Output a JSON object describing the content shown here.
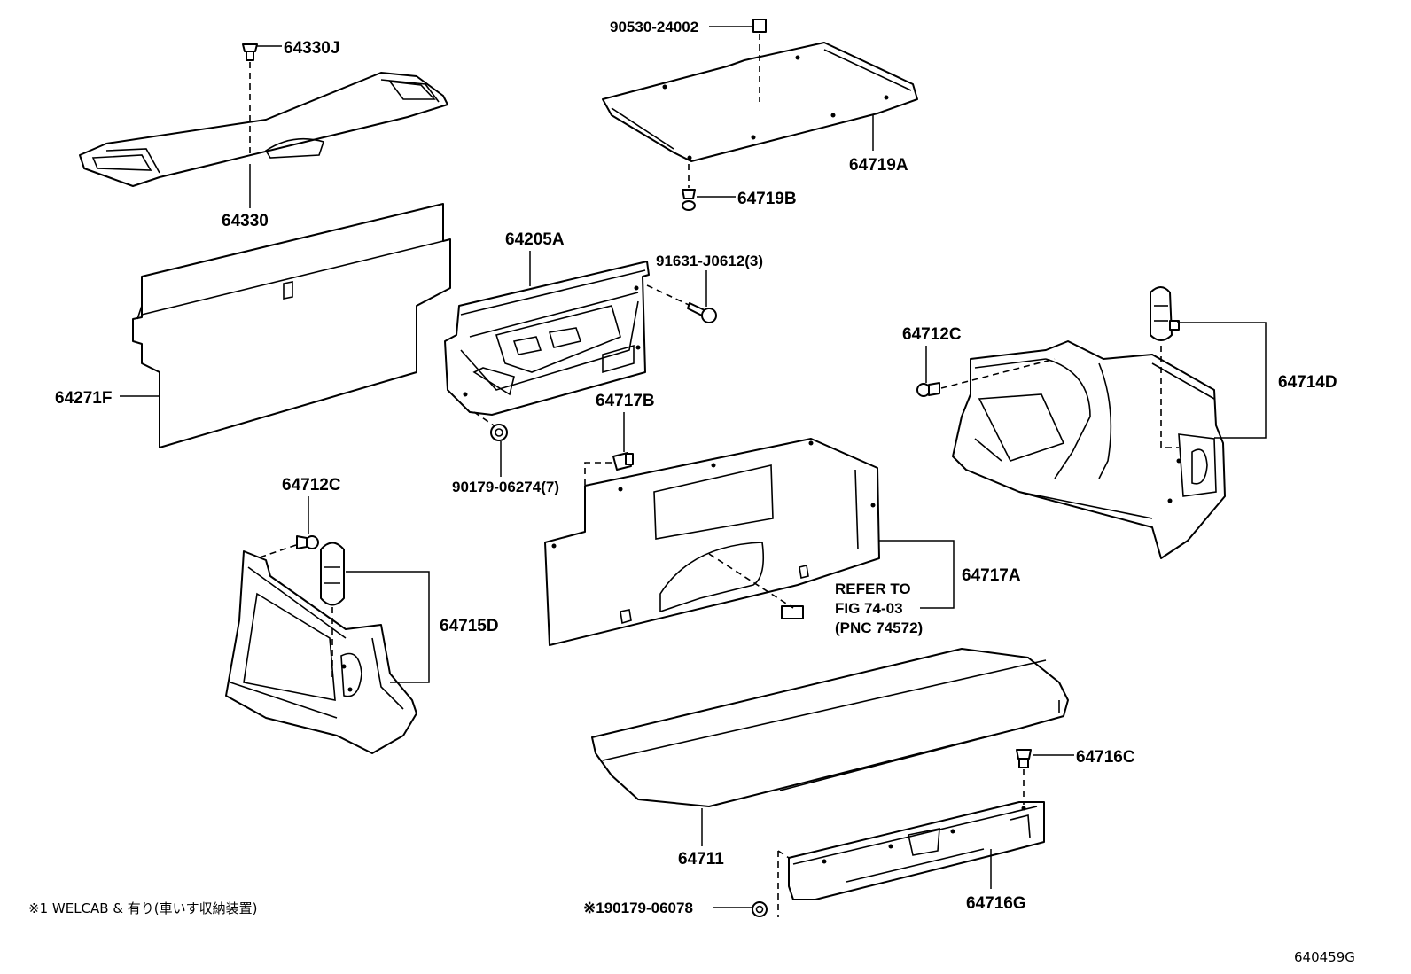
{
  "labels": {
    "p64330J": "64330J",
    "p64330": "64330",
    "p90530": "90530-24002",
    "p64719A": "64719A",
    "p64719B": "64719B",
    "p64205A": "64205A",
    "p91631": "91631-J0612(3)",
    "p64271F": "64271F",
    "p90179_06274": "90179-06274(7)",
    "p64717B": "64717B",
    "p64712C_right": "64712C",
    "p64714D": "64714D",
    "p64712C_left": "64712C",
    "p64715D": "64715D",
    "p64717A": "64717A",
    "refer_line1": "REFER TO",
    "refer_line2": "FIG 74-03",
    "refer_line3": "(PNC 74572)",
    "p64716C": "64716C",
    "p64711": "64711",
    "p90179_06078": "※190179-06078",
    "p64716G": "64716G"
  },
  "footnote": "※1 WELCAB & 有り(車いす収納装置)",
  "figure_id": "640459G"
}
